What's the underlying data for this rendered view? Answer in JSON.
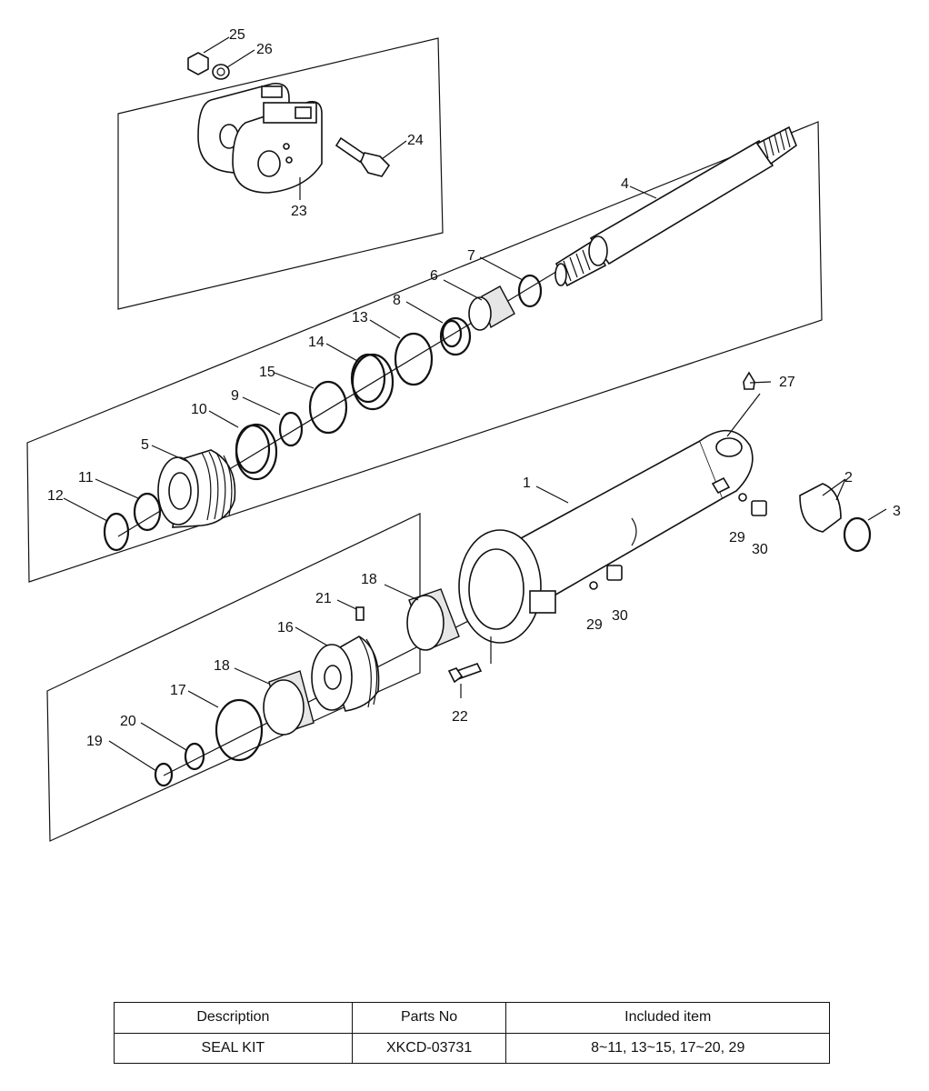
{
  "diagram": {
    "callouts": [
      "1",
      "2",
      "3",
      "4",
      "5",
      "6",
      "7",
      "8",
      "9",
      "10",
      "11",
      "12",
      "13",
      "14",
      "15",
      "16",
      "17",
      "18",
      "18",
      "19",
      "20",
      "21",
      "22",
      "23",
      "24",
      "25",
      "26",
      "27",
      "29",
      "29",
      "30",
      "30"
    ]
  },
  "table": {
    "headers": [
      "Description",
      "Parts No",
      "Included item"
    ],
    "rows": [
      [
        "SEAL KIT",
        "XKCD-03731",
        "8~11, 13~15, 17~20, 29"
      ]
    ]
  }
}
